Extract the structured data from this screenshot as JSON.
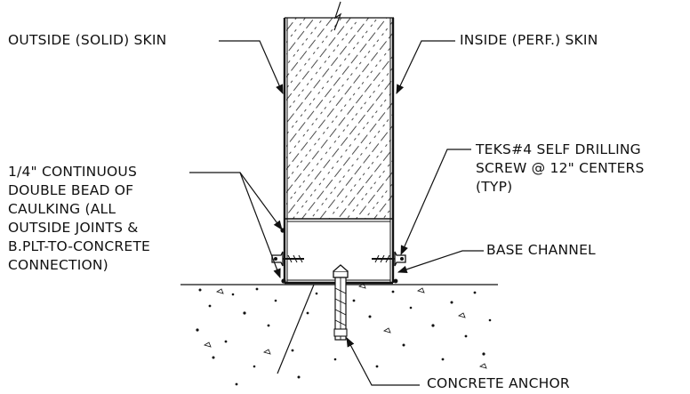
{
  "drawing": {
    "ink_color": "#111111",
    "background_color": "#ffffff"
  },
  "labels": {
    "outside_skin": "OUTSIDE (SOLID) SKIN",
    "inside_skin": "INSIDE (PERF.) SKIN",
    "screw": [
      "TEKS#4 SELF DRILLING",
      "SCREW @ 12\" CENTERS",
      "(TYP)"
    ],
    "caulking": [
      "1/4\" CONTINUOUS",
      "DOUBLE BEAD OF",
      "CAULKING (ALL",
      "OUTSIDE JOINTS &",
      "B.PLT-TO-CONCRETE",
      "CONNECTION)"
    ],
    "base_channel": "BASE CHANNEL",
    "concrete_anchor": "CONCRETE ANCHOR"
  }
}
